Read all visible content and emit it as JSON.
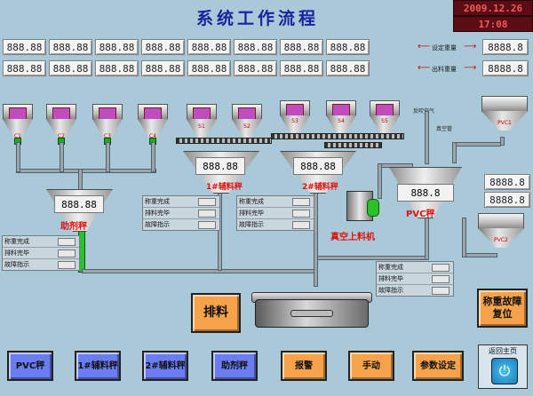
{
  "header": {
    "title": "系统工作流程",
    "date": "2009.12.26",
    "time": "17:08"
  },
  "top_displays": {
    "row1": [
      "888.88",
      "888.88",
      "888.88",
      "888.88",
      "888.88",
      "888.88",
      "888.88",
      "888.88"
    ],
    "row2": [
      "888.88",
      "888.88",
      "888.88",
      "888.88",
      "888.88",
      "888.88",
      "888.88",
      "888.88"
    ],
    "set_label": "设定重量",
    "out_label": "出料重量",
    "set_value": "8888.8",
    "out_value": "8888.8"
  },
  "tanks": {
    "c1": "C1",
    "c2": "C2",
    "c3": "C3",
    "c4": "C4",
    "s1": "S1",
    "s2": "S2",
    "s3": "S3",
    "s4": "S4",
    "s5": "S5",
    "pvc1": "PVC1",
    "pvc2": "PVC2"
  },
  "scales": {
    "additive": {
      "value": "888.88",
      "label": "助剂秤"
    },
    "aux1": {
      "value": "888.88",
      "label": "1#辅料秤"
    },
    "aux2": {
      "value": "888.88",
      "label": "2#辅料秤"
    },
    "pvc": {
      "value": "888.8",
      "label": "PVC秤"
    }
  },
  "pvc_side_displays": [
    "8888.8",
    "8888.8"
  ],
  "vacuum_label": "真空上料机",
  "small_labels": {
    "air_in": "反吹空气",
    "pipe": "真空管"
  },
  "status_rows": [
    "称重完成",
    "排料完毕",
    "故障指示"
  ],
  "discharge_button": "排料",
  "fault_reset_button": "称重故障复位",
  "bottom_buttons": [
    "PVC秤",
    "1#辅料秤",
    "2#辅料秤",
    "助剂秤",
    "报警",
    "手动",
    "参数设定"
  ],
  "back_button": "返回主页",
  "colors": {
    "title": "#1a22a0",
    "scale_label": "#e01010",
    "nav_blue": "#6a7cf0",
    "nav_orange": "#f5a24a",
    "valve_green": "#29c229"
  }
}
